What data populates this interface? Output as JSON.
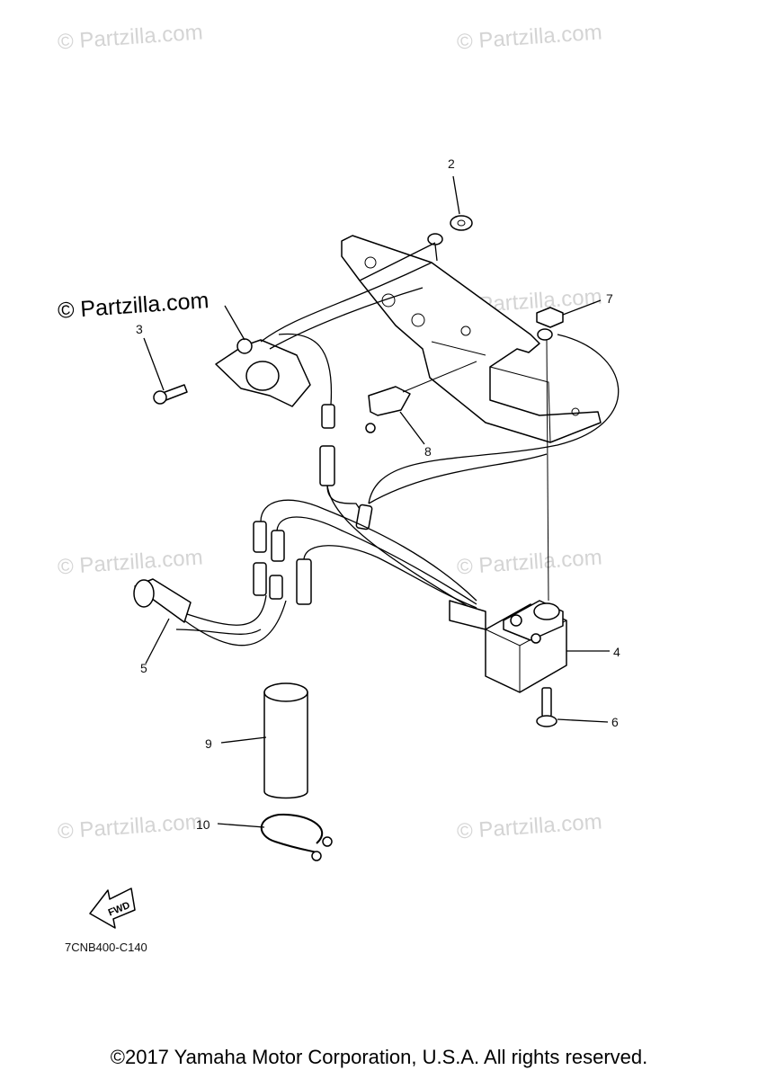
{
  "watermarks": {
    "text": "© Partzilla.com",
    "faint": [
      "© Partzilla.com",
      "© Partzilla.com",
      "© Partzilla.com",
      "© Partzilla.com",
      "© Partzilla.com",
      "© Partzilla.com",
      "© Partzilla.com"
    ]
  },
  "callouts": {
    "c2": "2",
    "c3": "3",
    "c4": "4",
    "c5": "5",
    "c6": "6",
    "c7": "7",
    "c8": "8",
    "c9": "9",
    "c10": "10"
  },
  "fwd_label": "FWD",
  "ref_code": "7CNB400-C140",
  "copyright": "©2017 Yamaha Motor Corporation, U.S.A. All rights reserved."
}
